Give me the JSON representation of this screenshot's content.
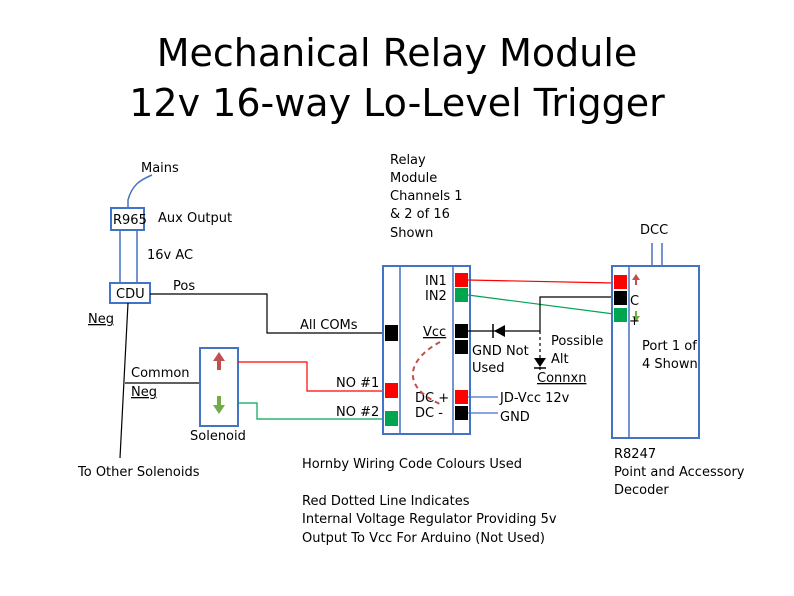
{
  "title": {
    "line1": "Mechanical Relay Module",
    "line2": "12v 16-way Lo-Level Trigger"
  },
  "labels": {
    "mains": "Mains",
    "r965": "R965",
    "aux_output": "Aux Output",
    "ac16v": "16v AC",
    "cdu": "CDU",
    "pos": "Pos",
    "neg": "Neg",
    "common": "Common",
    "common_neg": "Neg",
    "solenoid": "Solenoid",
    "to_other": "To Other Solenoids",
    "relay_module": [
      "Relay",
      "Module",
      "Channels 1",
      "& 2 of 16",
      "Shown"
    ],
    "all_coms": "All COMs",
    "no1": "NO #1",
    "no2": "NO #2",
    "in1": "IN1",
    "in2": "IN2",
    "vcc": "Vcc",
    "gnd_not_used": [
      "GND Not",
      "Used"
    ],
    "dc_plus": "DC +",
    "dc_minus": "DC -",
    "jd_vcc": "JD-Vcc 12v",
    "gnd": "GND",
    "possible_alt": [
      "Possible",
      "Alt",
      "Connxn"
    ],
    "dcc": "DCC",
    "port_shown": [
      "Port 1 of",
      "4 Shown"
    ],
    "c_label": "C",
    "plus_label": "+",
    "decoder": [
      "R8247",
      "Point and Accessory",
      "Decoder"
    ],
    "hornby": "Hornby Wiring Code Colours Used",
    "red_dotted": [
      "Red Dotted Line Indicates",
      "Internal Voltage Regulator Providing 5v",
      "Output To Vcc For Arduino (Not Used)"
    ]
  },
  "colors": {
    "red": "#ff0000",
    "green": "#00a550",
    "black": "#000000",
    "blue": "#4472c4",
    "dashed": "#c0504d"
  }
}
